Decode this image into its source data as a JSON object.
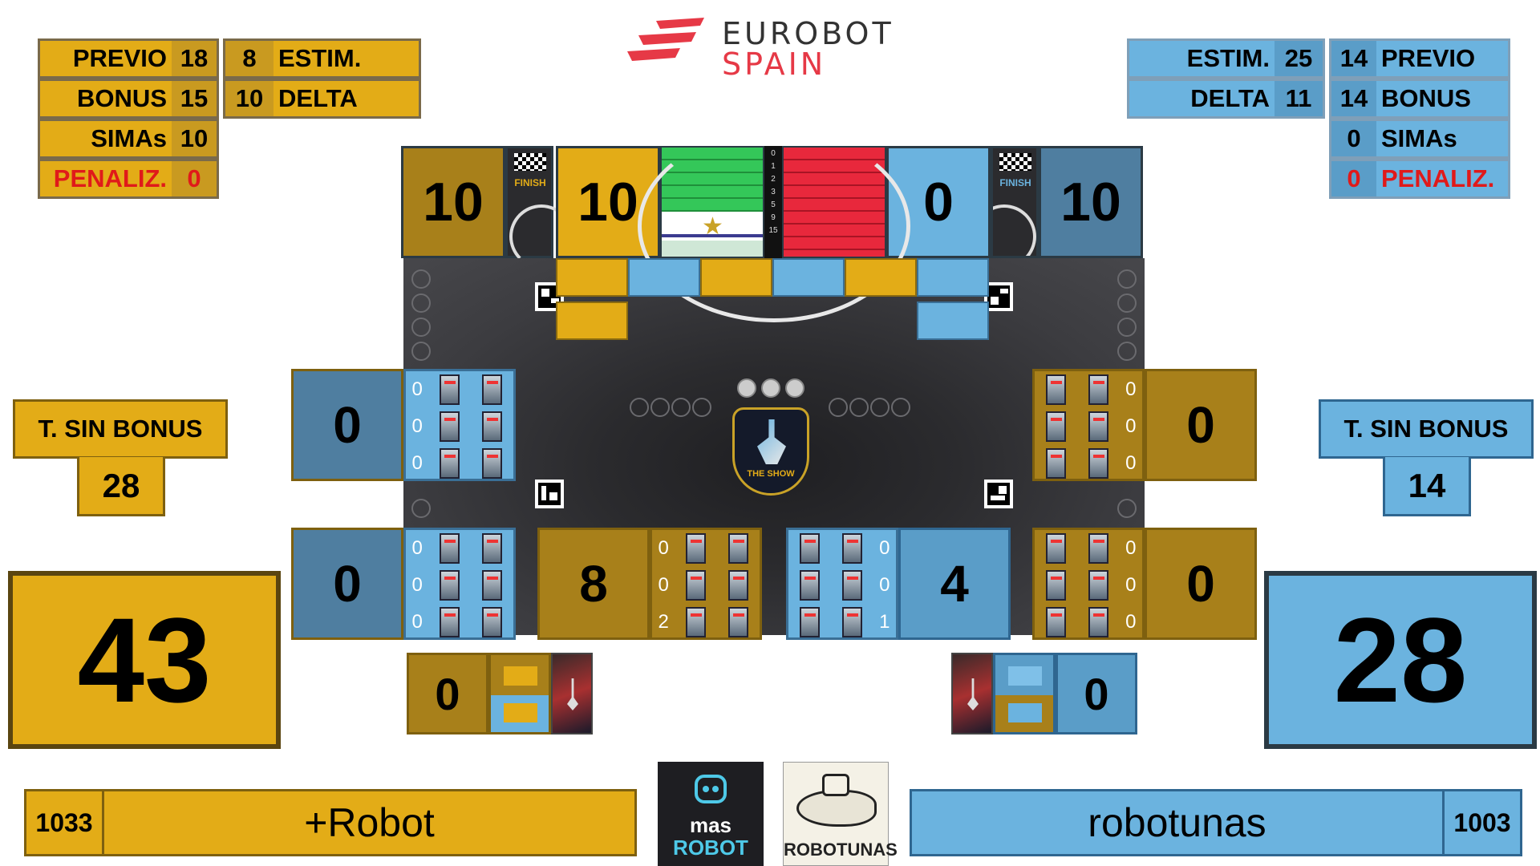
{
  "logo": {
    "line1": "EUROBOT",
    "line2": "SPAIN"
  },
  "yellow": {
    "previo_label": "PREVIO",
    "previo": "18",
    "bonus_label": "BONUS",
    "bonus": "15",
    "simas_label": "SIMAs",
    "simas": "10",
    "penaliz_label": "PENALIZ.",
    "penaliz": "0",
    "estim_label": "ESTIM.",
    "estim": "8",
    "delta_label": "DELTA",
    "delta": "10",
    "sin_bonus_label": "T. SIN BONUS",
    "sin_bonus": "28",
    "total": "43",
    "team_name": "+Robot",
    "team_number": "1033",
    "team_logo_line1": "mas",
    "team_logo_line2": "ROBOT",
    "finish_score": "10",
    "banner_score": "10",
    "pit_score": "0",
    "left_top_score": "0",
    "left_top_shelf": [
      "0",
      "0",
      "0"
    ],
    "left_bot_score": "0",
    "left_bot_shelf": [
      "0",
      "0",
      "0"
    ],
    "center_score": "8",
    "center_shelf": [
      "0",
      "0",
      "2"
    ]
  },
  "blue": {
    "estim_label": "ESTIM.",
    "estim": "25",
    "previo_label": "PREVIO",
    "previo": "14",
    "delta_label": "DELTA",
    "delta": "11",
    "bonus_label": "BONUS",
    "bonus": "14",
    "simas_label": "SIMAs",
    "simas": "0",
    "penaliz_label": "PENALIZ.",
    "penaliz": "0",
    "sin_bonus_label": "T. SIN BONUS",
    "sin_bonus": "14",
    "total": "28",
    "team_name": "robotunas",
    "team_number": "1003",
    "team_logo_label": "ROBOTUNAS",
    "finish_score": "10",
    "banner_score": "0",
    "pit_score": "0",
    "right_top_score": "0",
    "right_top_shelf": [
      "0",
      "0",
      "0"
    ],
    "right_bot_score": "0",
    "right_bot_shelf": [
      "0",
      "0",
      "0"
    ],
    "center_score": "4",
    "center_shelf": [
      "0",
      "0",
      "1"
    ]
  },
  "finish_label": "FINISH",
  "ladder": [
    "0",
    "1",
    "2",
    "3",
    "5",
    "9",
    "15"
  ],
  "field_logo_label": "THE SHOW",
  "colors": {
    "yellow": "#e3ac17",
    "blue": "#6bb3df",
    "gold": "#a8801a",
    "steel": "#4f7ea0",
    "penalty": "#e01a1a",
    "logo_red": "#e63946"
  }
}
